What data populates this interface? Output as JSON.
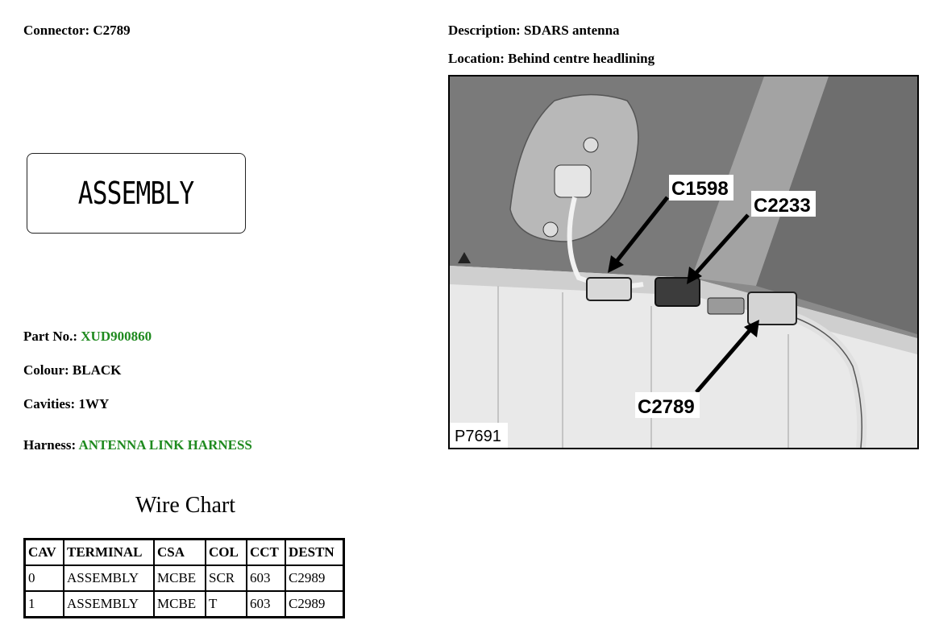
{
  "connector": {
    "label": "Connector:",
    "value": "C2789"
  },
  "description": {
    "label": "Description:",
    "value": "SDARS antenna"
  },
  "location": {
    "label": "Location:",
    "value": "Behind centre headlining"
  },
  "connector_face": {
    "text": "ASSEMBLY"
  },
  "part_no": {
    "label": "Part No.:",
    "value": "XUD900860"
  },
  "colour": {
    "label": "Colour:",
    "value": "BLACK"
  },
  "cavities": {
    "label": "Cavities:",
    "value": "1WY"
  },
  "harness": {
    "label": "Harness:",
    "value": "ANTENNA LINK HARNESS"
  },
  "wire_chart": {
    "title": "Wire Chart",
    "headers": [
      "CAV",
      "TERMINAL",
      "CSA",
      "COL",
      "CCT",
      "DESTN"
    ],
    "rows": [
      [
        "0",
        "ASSEMBLY",
        "MCBE",
        "SCR",
        "603",
        "C2989"
      ],
      [
        "1",
        "ASSEMBLY",
        "MCBE",
        "T",
        "603",
        "C2989"
      ]
    ]
  },
  "location_image": {
    "callouts": [
      "C1598",
      "C2233",
      "C2789"
    ],
    "figure_id": "P7691"
  },
  "colors": {
    "link_green": "#1f8a1f"
  }
}
